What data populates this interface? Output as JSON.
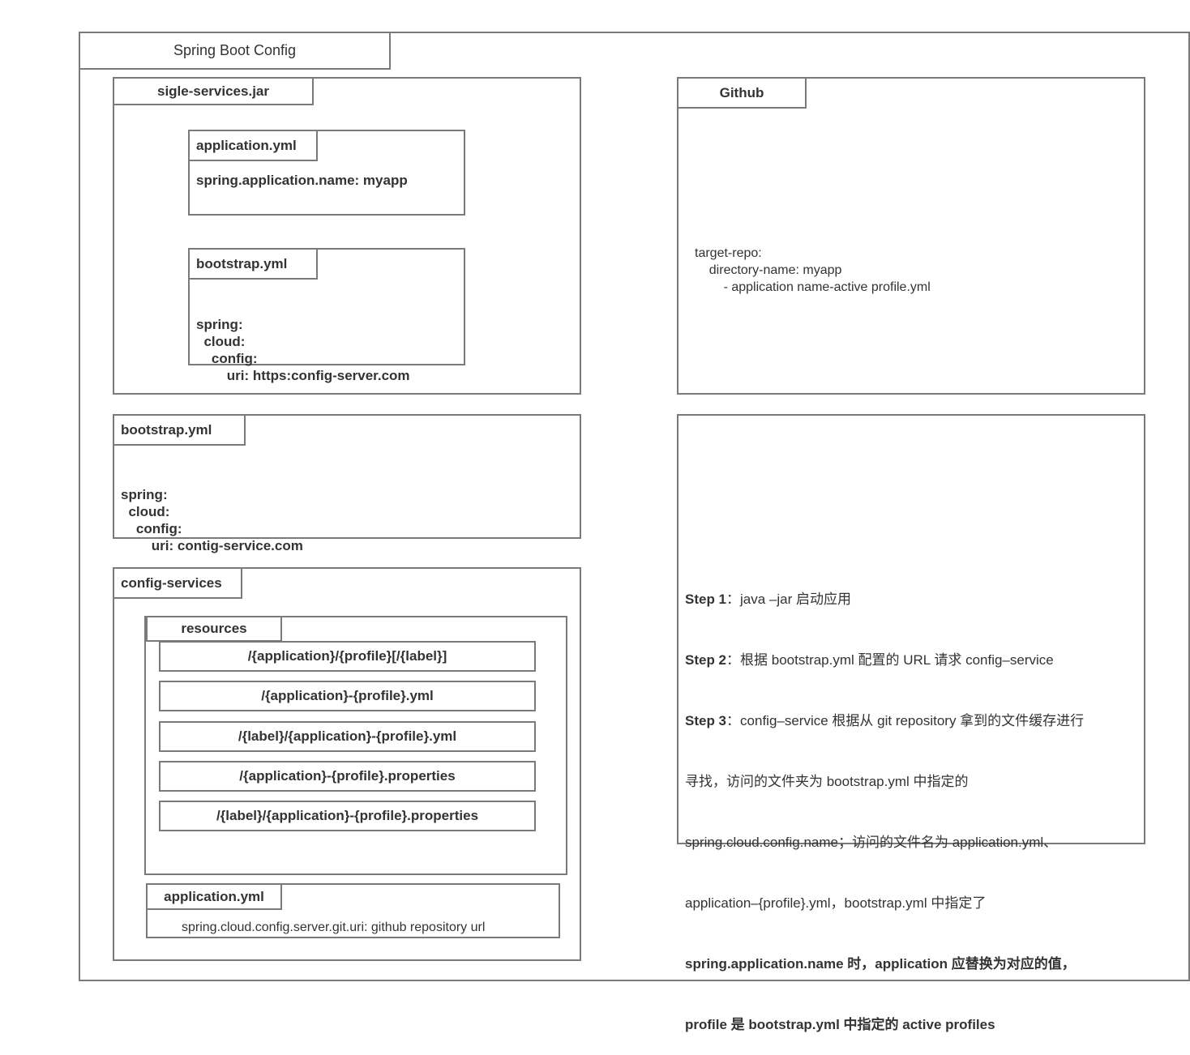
{
  "title": "Spring Boot Config",
  "jar": {
    "label": "sigle-services.jar",
    "application_yml": {
      "label": "application.yml",
      "line": "spring.application.name: myapp"
    },
    "bootstrap_yml": {
      "label": "bootstrap.yml",
      "lines": [
        "spring:",
        "  cloud:",
        "    config:",
        "        uri: https:config-server.com"
      ]
    }
  },
  "bootstrap_yml": {
    "label": "bootstrap.yml",
    "lines": [
      "spring:",
      "  cloud:",
      "    config:",
      "        uri: contig-service.com"
    ]
  },
  "config_services": {
    "label": "config-services",
    "resources": {
      "label": "resources",
      "paths": [
        "/{application}/{profile}[/{label}]",
        "/{application}-{profile}.yml",
        "/{label}/{application}-{profile}.yml",
        "/{application}-{profile}.properties",
        "/{label}/{application}-{profile}.properties"
      ]
    },
    "application_yml": {
      "label": "application.yml",
      "line": "spring.cloud.config.server.git.uri: github repository url"
    }
  },
  "github": {
    "label": "Github",
    "lines": [
      "target-repo:",
      "    directory-name: myapp",
      "        - application name-active profile.yml"
    ]
  },
  "steps": [
    {
      "prefix": "Step 1",
      "text": "：java –jar 启动应用"
    },
    {
      "prefix": "Step 2",
      "text": "：根据 bootstrap.yml 配置的 URL 请求 config–service"
    },
    {
      "prefix": "Step 3",
      "text": "：config–service 根据从 git repository 拿到的文件缓存进行"
    },
    {
      "prefix": "",
      "text": "寻找，访问的文件夹为 bootstrap.yml 中指定的"
    },
    {
      "prefix": "",
      "text": "spring.cloud.config.name；访问的文件名为 application.yml、"
    },
    {
      "prefix": "",
      "text": "application–{profile}.yml，bootstrap.yml 中指定了"
    },
    {
      "prefix": "spring.application.name",
      "text": " 时，application 应替换为对应的值，"
    },
    {
      "prefix": "profile 是 bootstrap.yml 中指定的 active profiles",
      "text": ""
    }
  ]
}
